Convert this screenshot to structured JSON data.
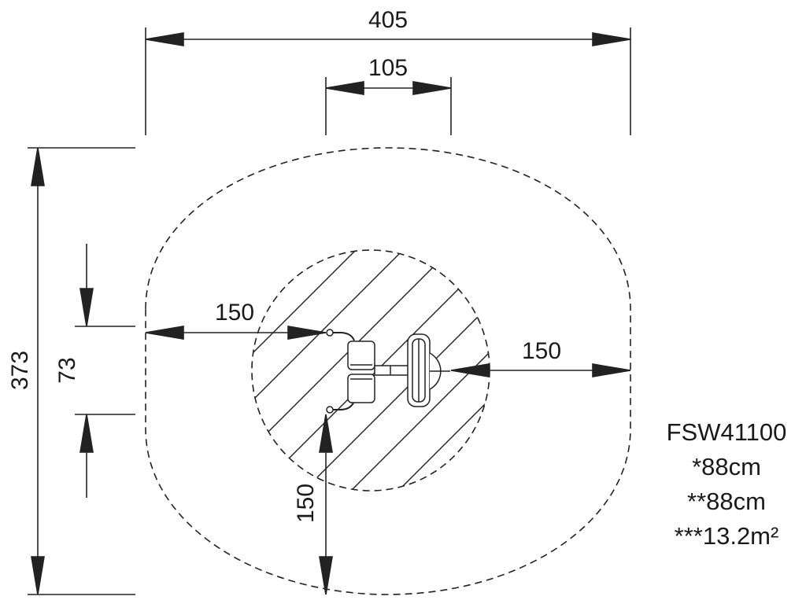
{
  "dimensions": {
    "overall_width": "405",
    "equipment_width": "105",
    "overall_depth": "373",
    "equipment_depth": "73",
    "clearance_left": "150",
    "clearance_right": "150",
    "clearance_bottom": "150"
  },
  "spec": {
    "model": "FSW41100",
    "line1": "*88cm",
    "line2": "**88cm",
    "line3": "***13.2m²"
  }
}
